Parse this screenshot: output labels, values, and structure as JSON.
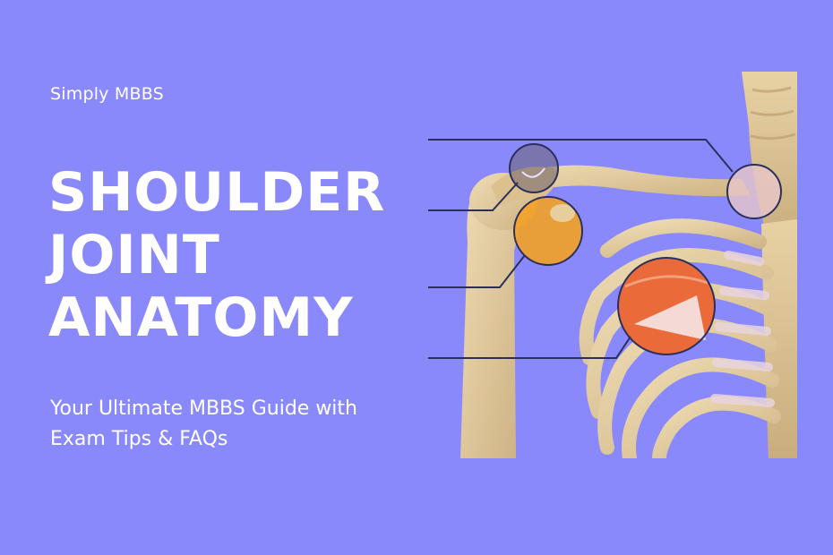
{
  "brand": "Simply MBBS",
  "title": {
    "line1": "SHOULDER",
    "line2": "JOINT",
    "line3": "ANATOMY"
  },
  "subtitle": {
    "line1": "Your Ultimate MBBS Guide with",
    "line2": "Exam Tips & FAQs"
  },
  "colors": {
    "background": "#8a89fb",
    "text": "#ffffff",
    "bone": "#e2c999",
    "joint_highlight_orange": "#f2a225",
    "muscle_highlight_red": "#ea6a3a",
    "callout_line": "#2b2f5c"
  },
  "illustration": "shoulder-skeleton-illustration"
}
